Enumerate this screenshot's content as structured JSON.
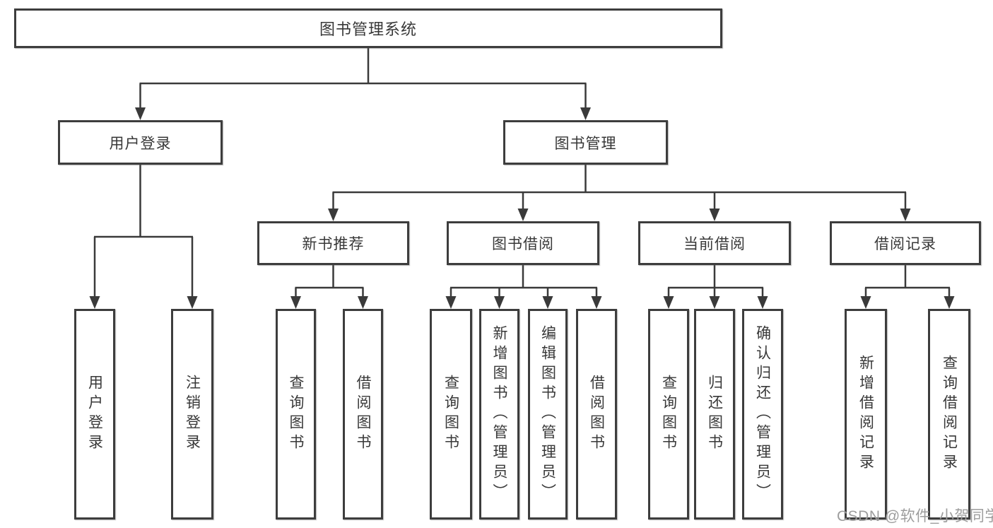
{
  "diagram": {
    "root": "图书管理系统",
    "branches": {
      "user_login": {
        "label": "用户登录",
        "children": {
          "login": "用户登录",
          "logout": "注销登录"
        }
      },
      "book_management": {
        "label": "图书管理",
        "sections": {
          "new_books": {
            "label": "新书推荐",
            "children": {
              "query": "查询图书",
              "borrow": "借阅图书"
            }
          },
          "borrowing": {
            "label": "图书借阅",
            "children": {
              "query": "查询图书",
              "add": "新增图书（管理员）",
              "edit": "编辑图书（管理员）",
              "borrow": "借阅图书"
            }
          },
          "current": {
            "label": "当前借阅",
            "children": {
              "query": "查询图书",
              "return": "归还图书",
              "confirm": "确认归还（管理员）"
            }
          },
          "records": {
            "label": "借阅记录",
            "children": {
              "add": "新增借阅记录",
              "query": "查询借阅记录"
            }
          }
        }
      }
    }
  },
  "watermark": "CSDN @软件_小贺同学",
  "colors": {
    "line": "#3a3a3a",
    "box_border": "#3d3d3d",
    "box_fill": "#ffffff",
    "text": "#383838",
    "watermark": "#9d9d9d",
    "background": "#ffffff"
  }
}
